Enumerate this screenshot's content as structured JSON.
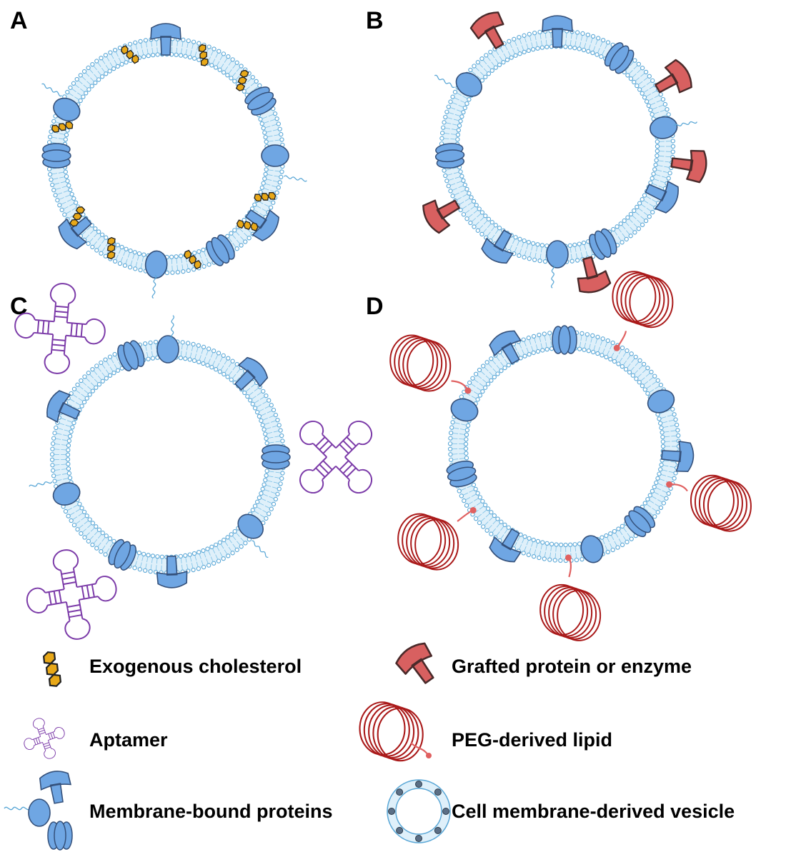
{
  "panels": [
    {
      "letter": "A"
    },
    {
      "letter": "B"
    },
    {
      "letter": "C"
    },
    {
      "letter": "D"
    }
  ],
  "legend": [
    {
      "key": "cholesterol",
      "label": "Exogenous cholesterol"
    },
    {
      "key": "grafted",
      "label": "Grafted protein or enzyme"
    },
    {
      "key": "aptamer",
      "label": "Aptamer"
    },
    {
      "key": "peg",
      "label": "PEG-derived lipid"
    },
    {
      "key": "membrane_proteins",
      "label": "Membrane-bound proteins"
    },
    {
      "key": "vesicle",
      "label": "Cell membrane-derived vesicle"
    }
  ],
  "colors": {
    "membrane": "#5aa7d6",
    "protein_fill": "#6fa6e3",
    "protein_stroke": "#34507a",
    "cholesterol": "#e8a818",
    "grafted_fill": "#d86060",
    "grafted_stroke": "#4a2a2a",
    "aptamer": "#7b3aa8",
    "peg": "#aa1a1a",
    "peg_anchor": "#e06060"
  }
}
